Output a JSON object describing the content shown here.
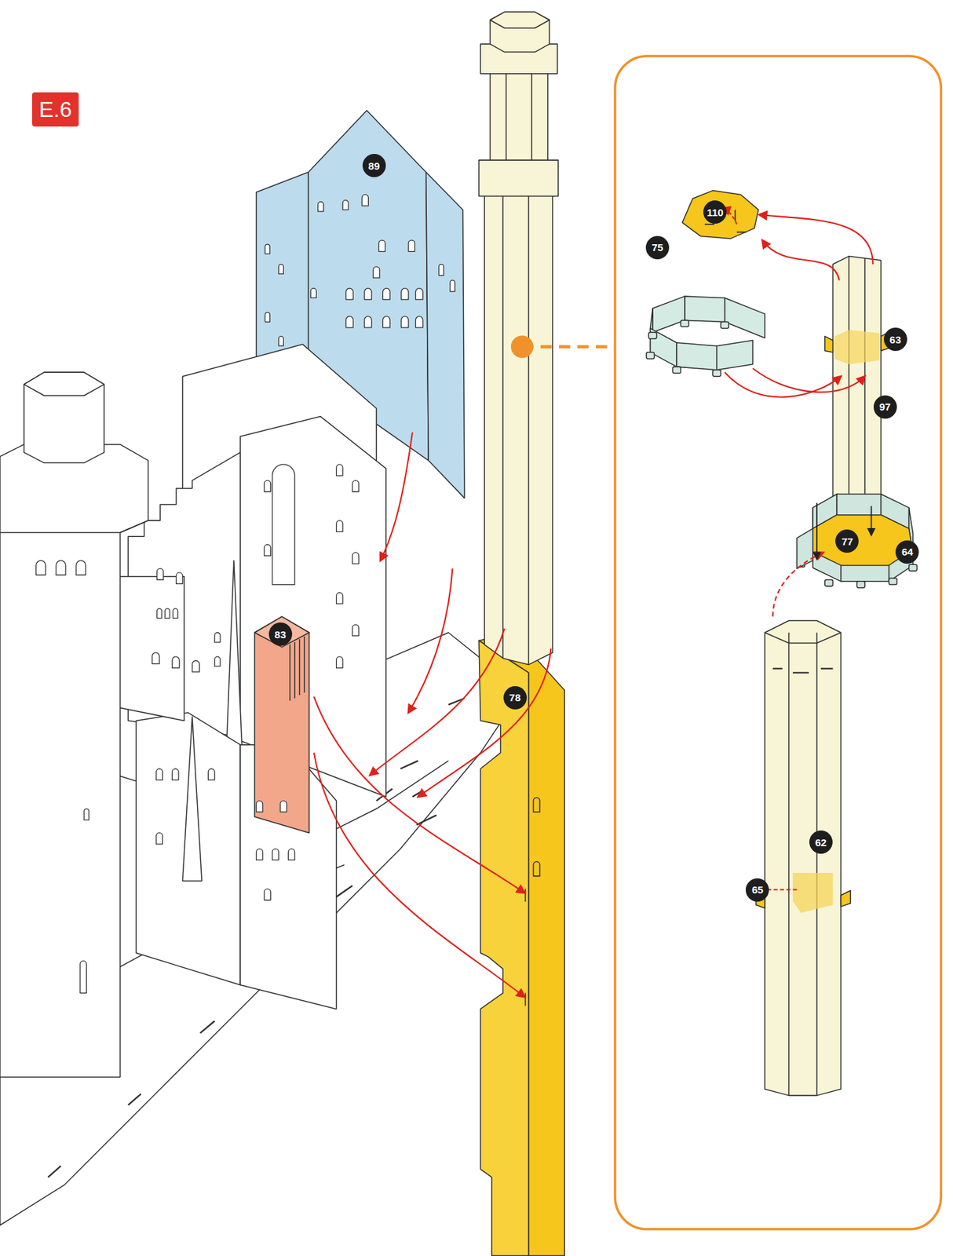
{
  "diagram": {
    "title": "E.6",
    "labels": [
      "89",
      "83",
      "78",
      "110",
      "75",
      "63",
      "97",
      "77",
      "64",
      "62",
      "65"
    ]
  }
}
